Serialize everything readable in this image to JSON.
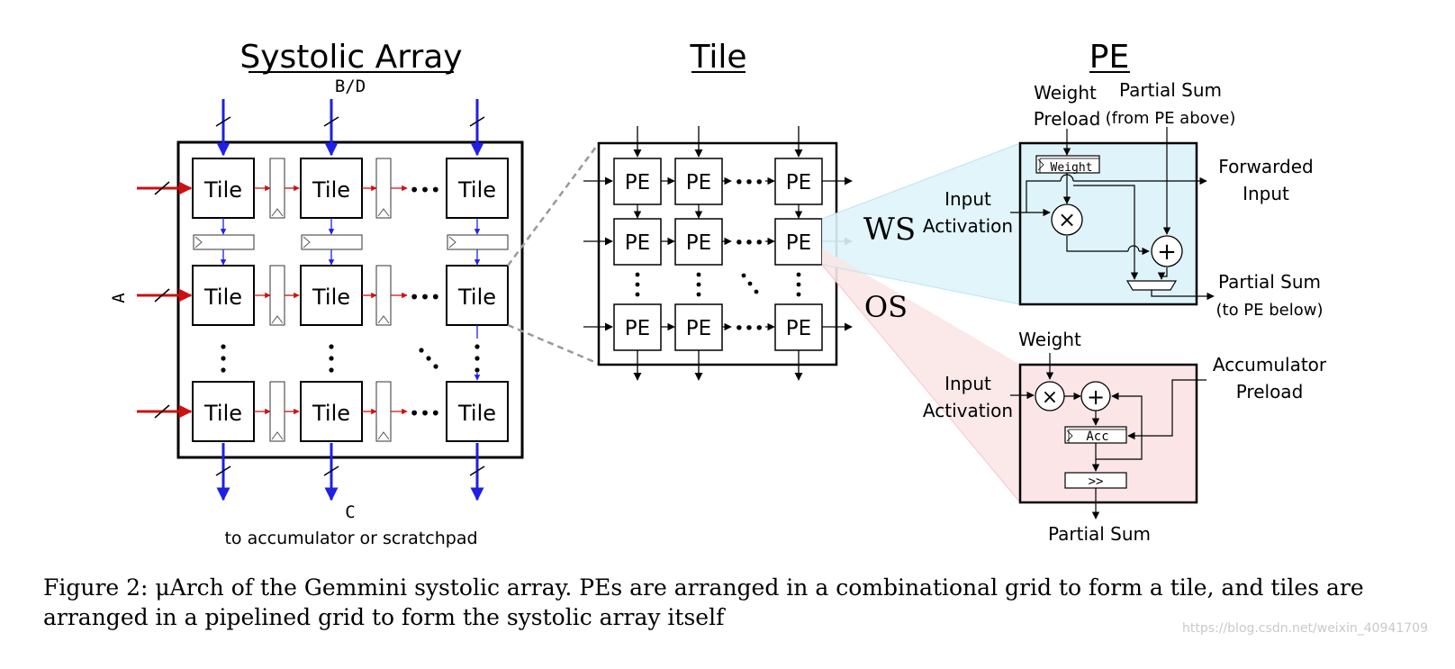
{
  "titles": {
    "systolic_array": "Systolic Array",
    "tile": "Tile",
    "pe": "PE"
  },
  "labels": {
    "bd": "B/D",
    "a": "A",
    "c": "C",
    "to_acc": "to accumulator or scratchpad",
    "tile_block": "Tile",
    "pe_block": "PE",
    "dots": "•••",
    "ws": "WS",
    "os": "OS"
  },
  "pe_ws": {
    "weight_preload_1": "Weight",
    "weight_preload_2": "Preload",
    "partial_sum_1": "Partial Sum",
    "partial_sum_2": "(from PE above)",
    "weight_reg": "Weight",
    "input_1": "Input",
    "input_2": "Activation",
    "forwarded_1": "Forwarded",
    "forwarded_2": "Input",
    "psum_out_1": "Partial Sum",
    "psum_out_2": "(to PE below)"
  },
  "pe_os": {
    "weight": "Weight",
    "input_1": "Input",
    "input_2": "Activation",
    "acc_preload_1": "Accumulator",
    "acc_preload_2": "Preload",
    "acc_reg": "Acc",
    "shift": ">>",
    "psum_out": "Partial Sum"
  },
  "caption": "Figure 2: μArch of the Gemmini systolic array. PEs are arranged in a combinational grid to form a tile, and tiles are arranged in a pipelined grid to form the systolic array itself",
  "watermark": "https://blog.csdn.net/weixin_40941709",
  "colors": {
    "data_blue": "#1f1fe6",
    "data_red": "#cc1111",
    "ws_fill": "#def4fa",
    "os_fill": "#fbe5e7"
  }
}
